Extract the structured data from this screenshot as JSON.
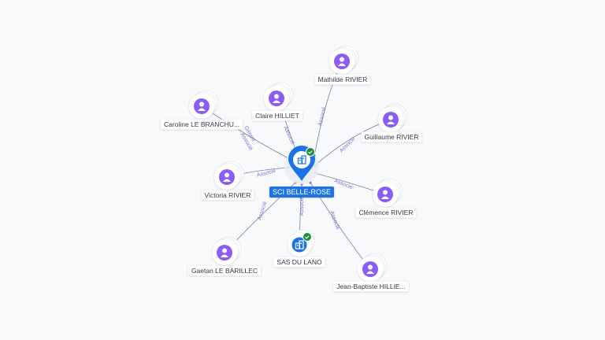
{
  "center": {
    "label": "SCI BELLE-ROSE",
    "icon": "building-icon",
    "verified": true,
    "color": "#1a73e8"
  },
  "company": {
    "label": "SAS DU LANO",
    "icon": "building-icon",
    "verified": true,
    "color": "#1a73e8"
  },
  "person_color": "#8b5cf6",
  "verified_color": "#1e8e3e",
  "persons": [
    {
      "id": "mathilde",
      "label": "Mathilde RIVIER"
    },
    {
      "id": "claire",
      "label": "Claire HILLIET"
    },
    {
      "id": "caroline",
      "label": "Caroline LE BRANCHU..."
    },
    {
      "id": "guillaume",
      "label": "Guillaume RIVIER"
    },
    {
      "id": "victoria",
      "label": "Victoria RIVIER"
    },
    {
      "id": "clemence",
      "label": "Clémence RIVIER"
    },
    {
      "id": "gaetan",
      "label": "Gaetan LE BARILLEC"
    },
    {
      "id": "jeanbaptiste",
      "label": "Jean-Baptiste HILLIE..."
    }
  ],
  "relations": {
    "mathilde": [
      "Associé"
    ],
    "claire": [
      "Associé"
    ],
    "caroline": [
      "Gérant",
      "Associé"
    ],
    "guillaume": [
      "Associé"
    ],
    "victoria": [
      "Associé"
    ],
    "clemence": [
      "Associé"
    ],
    "gaetan": [
      "Associé"
    ],
    "jeanbaptiste": [
      "Associé"
    ],
    "company": [
      "Associé"
    ]
  }
}
